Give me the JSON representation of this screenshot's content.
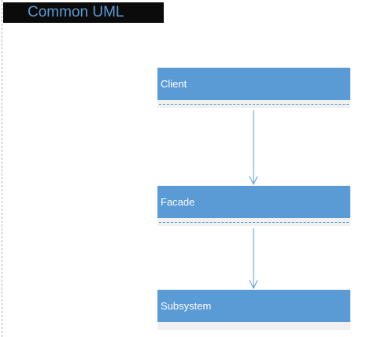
{
  "title": "Common UML",
  "colors": {
    "title_background": "#0b0b0b",
    "title_text": "#5b9bd5",
    "class_fill": "#5b9bd5",
    "class_text": "#ffffff",
    "connector": "#5b9bd5"
  },
  "classes": [
    {
      "name": "Client"
    },
    {
      "name": "Facade"
    },
    {
      "name": "Subsystem"
    }
  ],
  "relations": [
    {
      "from": "Client",
      "to": "Facade",
      "type": "directed-association"
    },
    {
      "from": "Facade",
      "to": "Subsystem",
      "type": "directed-association"
    }
  ]
}
